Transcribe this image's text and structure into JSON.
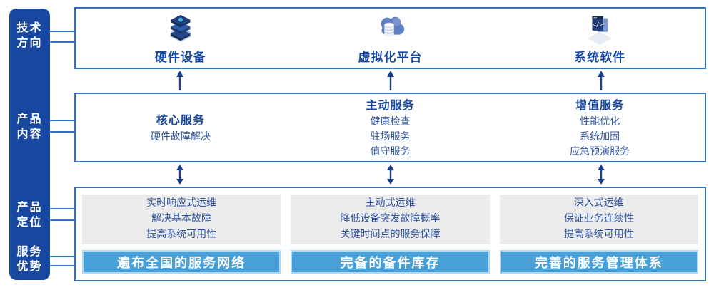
{
  "sidebar": {
    "items": [
      {
        "line1": "技术",
        "line2": "方向"
      },
      {
        "line1": "产品",
        "line2": "内容"
      },
      {
        "line1": "产品",
        "line2": "定位"
      },
      {
        "line1": "服务",
        "line2": "优势"
      }
    ]
  },
  "tech_row": {
    "columns": [
      {
        "icon": "server-stack-icon",
        "label": "硬件设备"
      },
      {
        "icon": "cloud-database-icon",
        "label": "虚拟化平台"
      },
      {
        "icon": "code-window-icon",
        "label": "系统软件"
      }
    ]
  },
  "content_row": {
    "columns": [
      {
        "title": "核心服务",
        "items": [
          "硬件故障解决"
        ]
      },
      {
        "title": "主动服务",
        "items": [
          "健康检查",
          "驻场服务",
          "值守服务"
        ]
      },
      {
        "title": "增值服务",
        "items": [
          "性能优化",
          "系统加固",
          "应急预演服务"
        ]
      }
    ]
  },
  "bottom_row": {
    "columns": [
      {
        "positioning": [
          "实时响应式运维",
          "解决基本故障",
          "提高系统可用性"
        ],
        "advantage": "遍布全国的服务网络"
      },
      {
        "positioning": [
          "主动式运维",
          "降低设备突发故障概率",
          "关键时间点的服务保障"
        ],
        "advantage": "完备的备件库存"
      },
      {
        "positioning": [
          "深入式运维",
          "保证业务连续性",
          "提高系统可用性"
        ],
        "advantage": "完善的服务管理体系"
      }
    ]
  },
  "colors": {
    "sidebar_bg": "#17479E",
    "panel_border": "#3171C3",
    "title_text": "#17479E",
    "body_text": "#2F549E",
    "positioning_bg": "#ECECEC",
    "advantage_bar_bg": "#47A0D8",
    "advantage_bar_border": "#AFD9F3",
    "arrow": "#1A3F8F"
  }
}
